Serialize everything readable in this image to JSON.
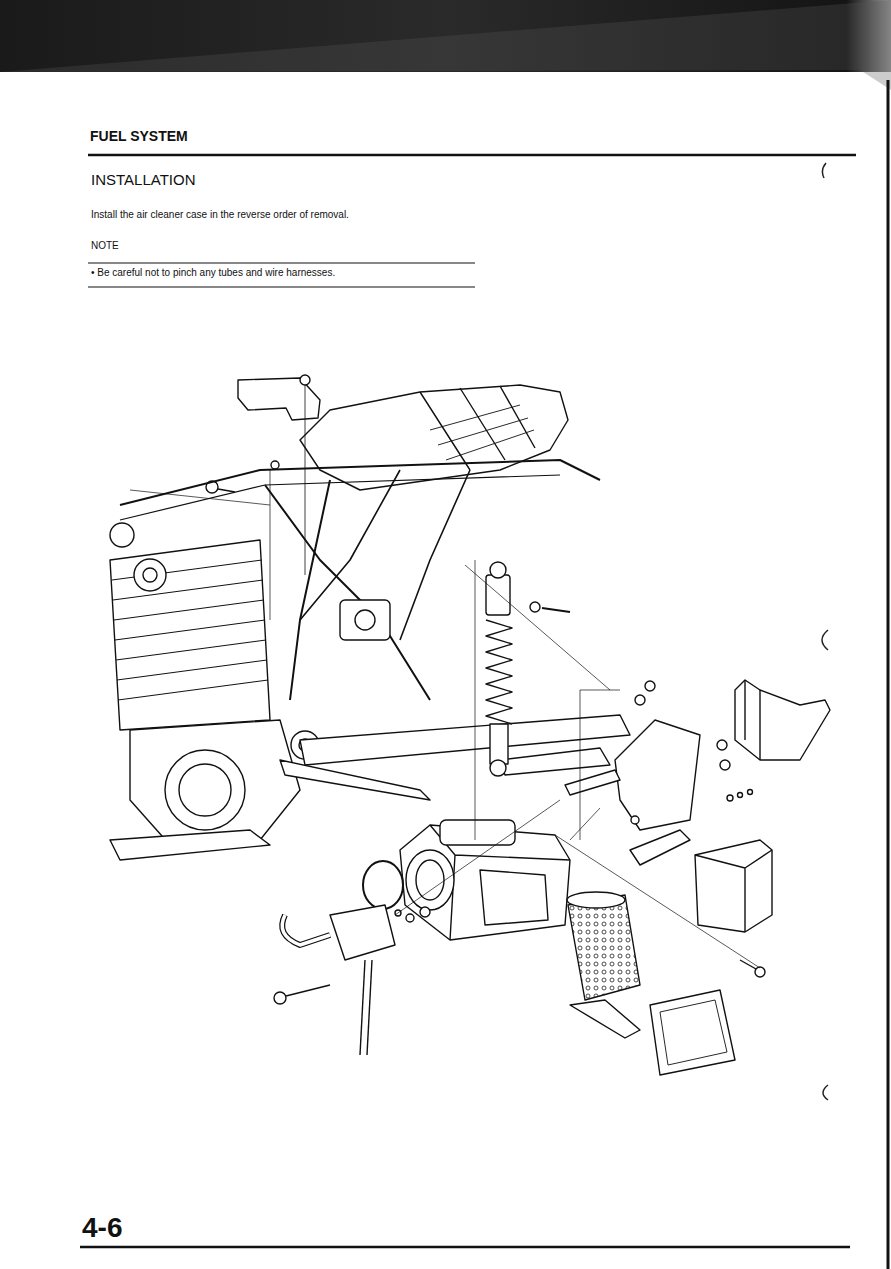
{
  "diagram": {
    "title": "FUEL SYSTEM",
    "labels": [
      "INSTALLATION",
      "Install the air cleaner case in the reverse order of removal.",
      "NOTE",
      "• Be careful not to pinch any tubes and wire harnesses.",
      "4-6"
    ]
  }
}
